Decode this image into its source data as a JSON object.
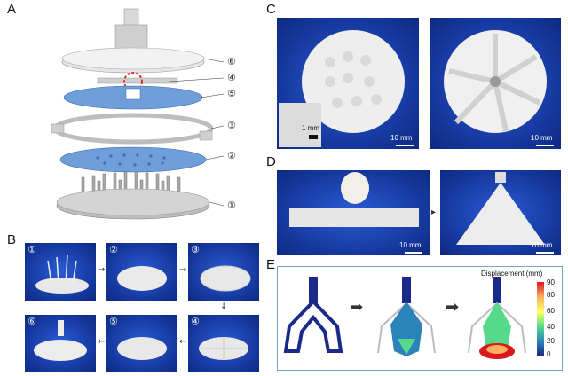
{
  "panels": {
    "a": "A",
    "b": "B",
    "c": "C",
    "d": "D",
    "e": "E"
  },
  "exploded_labels": [
    "⑥",
    "④",
    "⑤",
    "③",
    "②",
    "①"
  ],
  "steps": [
    "①",
    "②",
    "③",
    "④",
    "⑤",
    "⑥"
  ],
  "scalebars": {
    "c_left_inset": "1 mm",
    "c_left": "10 mm",
    "c_right": "10 mm",
    "d_left": "10 mm",
    "d_right": "10 mm"
  },
  "colorbar": {
    "title": "Displacement (mm)",
    "ticks": [
      "90",
      "80",
      "60",
      "40",
      "20",
      "0"
    ],
    "colors": [
      "#d7191c",
      "#fdae61",
      "#ffff66",
      "#55d98a",
      "#2b83ba",
      "#1a237e"
    ]
  },
  "colors": {
    "part_gray": "#c8c8c8",
    "part_blue": "#6f9fd8",
    "highlight_red": "#e41a1c",
    "photo_blue": "#15379c"
  }
}
